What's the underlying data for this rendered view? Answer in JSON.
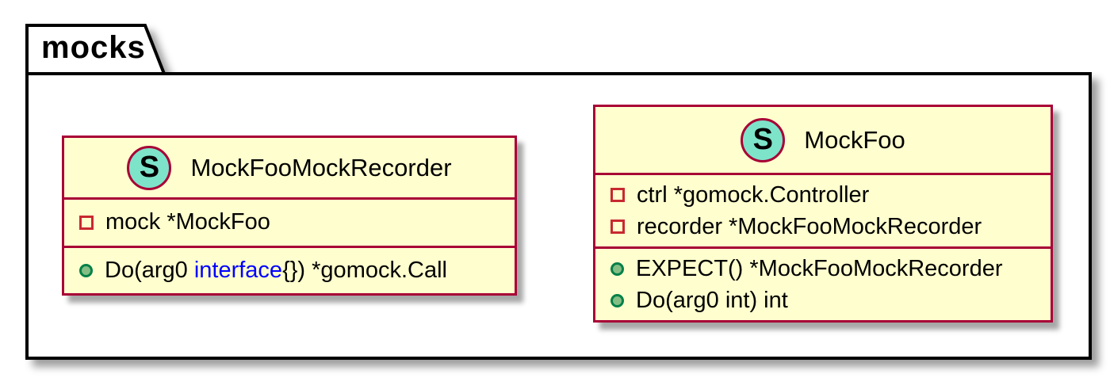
{
  "package": {
    "name": "mocks"
  },
  "colors": {
    "frame_border": "#000000",
    "class_fill": "#FEFECE",
    "class_border": "#A80036",
    "spot_fill": "#7DE4CA",
    "spot_border": "#A80036",
    "field_icon_border": "#C82930",
    "method_icon_fill": "#84BE84",
    "method_icon_border": "#038048",
    "keyword_link_color": "#0000FF"
  },
  "classes": [
    {
      "title": "MockFooMockRecorder",
      "spot_letter": "S",
      "fields": [
        {
          "text": "mock *MockFoo"
        }
      ],
      "methods": [
        {
          "segments": [
            {
              "text": "Do(arg0 "
            },
            {
              "text": "interface"
            },
            {
              "text": "{}) *gomock.Call"
            }
          ]
        }
      ]
    },
    {
      "title": "MockFoo",
      "spot_letter": "S",
      "fields": [
        {
          "text": "ctrl *gomock.Controller"
        },
        {
          "text": "recorder *MockFooMockRecorder"
        }
      ],
      "methods": [
        {
          "segments": [
            {
              "text": "EXPECT() *MockFooMockRecorder"
            }
          ]
        },
        {
          "segments": [
            {
              "text": "Do(arg0 int) int"
            }
          ]
        }
      ]
    }
  ]
}
